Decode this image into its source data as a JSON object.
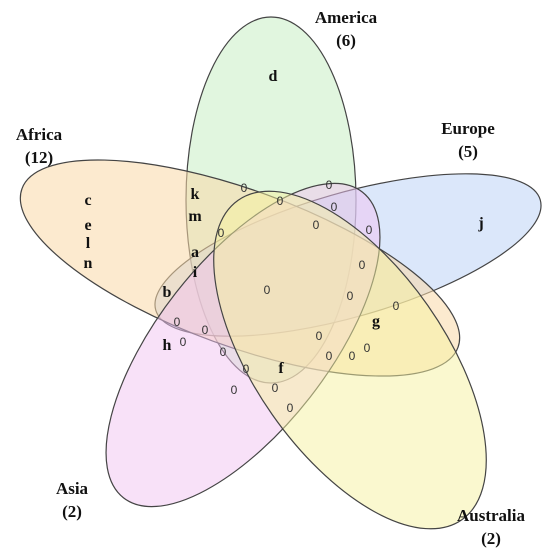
{
  "sets": [
    {
      "name": "America",
      "count": "(6)",
      "color": "#c9efc4"
    },
    {
      "name": "Europe",
      "count": "(5)",
      "color": "#b7cff5"
    },
    {
      "name": "Africa",
      "count": "(12)",
      "color": "#f9d8a8"
    },
    {
      "name": "Asia",
      "count": "(2)",
      "color": "#f1c4f2"
    },
    {
      "name": "Australia",
      "count": "(2)",
      "color": "#f5f1a0"
    }
  ],
  "letters": [
    "d",
    "j",
    "c",
    "e",
    "l",
    "n",
    "k",
    "m",
    "a",
    "i",
    "b",
    "h",
    "f",
    "g"
  ],
  "zeros": [
    "0",
    "0",
    "0",
    "0",
    "0",
    "0",
    "0",
    "0",
    "0",
    "0",
    "0",
    "0",
    "0",
    "0",
    "0",
    "0",
    "0",
    "0",
    "0",
    "0",
    "0",
    "0",
    "0"
  ]
}
